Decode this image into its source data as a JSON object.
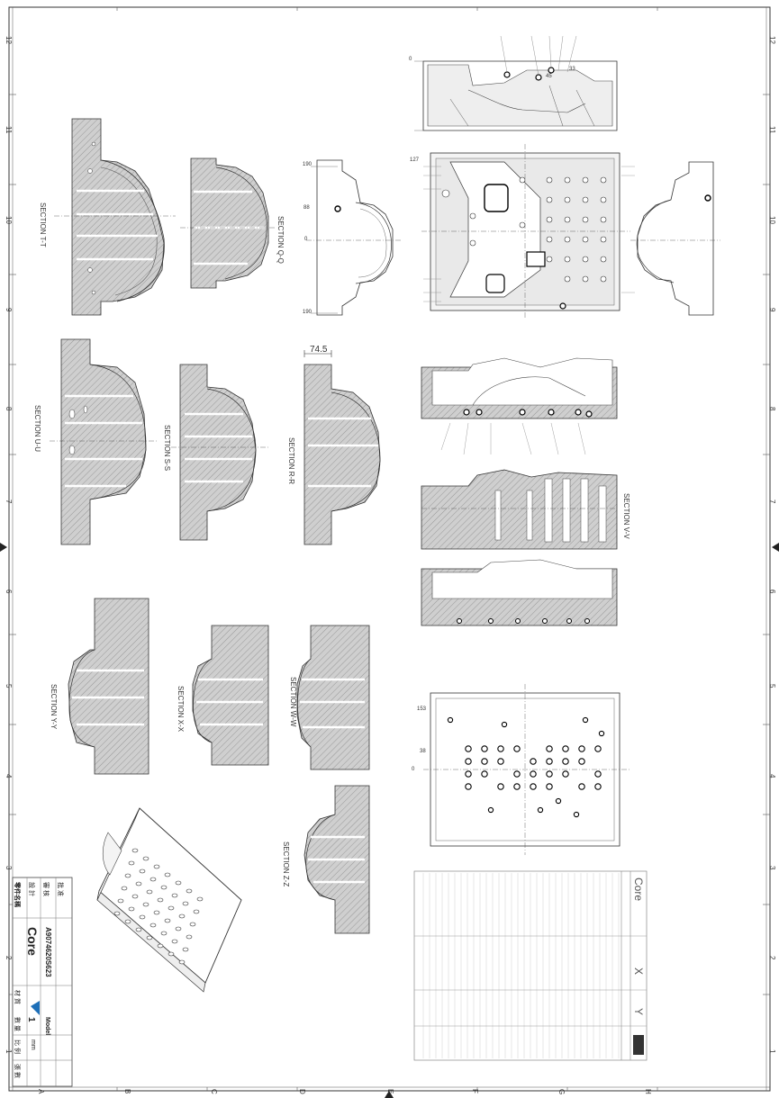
{
  "sheet": {
    "row_numbers": [
      "12",
      "11",
      "10",
      "9",
      "8",
      "7",
      "6",
      "5",
      "4",
      "3",
      "2",
      "1"
    ],
    "column_letters": [
      "A",
      "B",
      "C",
      "D",
      "E",
      "F",
      "G",
      "H"
    ]
  },
  "sections": {
    "t": "SECTION T-T",
    "q": "SECTION Q-Q",
    "u": "SECTION U-U",
    "s": "SECTION S-S",
    "r": "SECTION R-R",
    "v": "SECTION V-V",
    "y": "SECTION Y-Y",
    "x": "SECTION X-X",
    "w": "SECTION W-W",
    "z": "SECTION Z-Z"
  },
  "dimensions": {
    "width_74_5": "74.5",
    "d190a": "190",
    "d190b": "190",
    "d88": "88",
    "d0a": "0",
    "d0b": "0",
    "d0c": "0",
    "d153": "153",
    "d38": "38",
    "d45": "45",
    "d33": "33",
    "d127": "127"
  },
  "title_block": {
    "part_name_label": "零件名稱",
    "part_name": "Core",
    "drawing_no": "A9074620S623",
    "material_label": "材 質",
    "qty_label": "數 量",
    "qty": "1",
    "scale_label": "比 例",
    "unit_label": "mm",
    "designer_label": "設 計",
    "check_label": "審 核",
    "approve_label": "批 准",
    "company": "Model",
    "sheet_label": "張 數"
  },
  "table": {
    "header_core": "Core",
    "col_x": "X",
    "col_y": "Y"
  },
  "colors": {
    "line": "#333333",
    "hatch": "#9a9a9a",
    "fill": "#c8c8c8",
    "light": "#e6e6e6"
  }
}
